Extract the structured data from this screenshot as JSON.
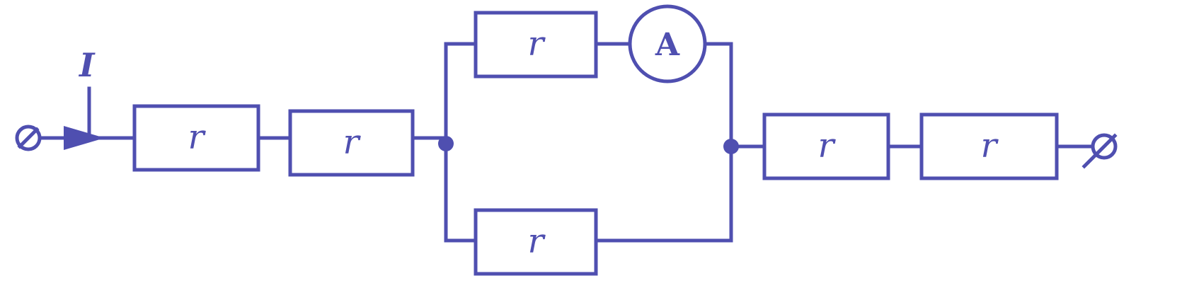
{
  "diagram": {
    "current_label": "I",
    "resistors": [
      {
        "id": "r1",
        "label": "r"
      },
      {
        "id": "r2",
        "label": "r"
      },
      {
        "id": "r3",
        "label": "r"
      },
      {
        "id": "r4",
        "label": "r"
      },
      {
        "id": "r5",
        "label": "r"
      },
      {
        "id": "r6",
        "label": "r"
      }
    ],
    "ammeter": {
      "label": "A"
    },
    "colors": {
      "ink": "#4f4fb0",
      "background": "#ffffff"
    }
  }
}
